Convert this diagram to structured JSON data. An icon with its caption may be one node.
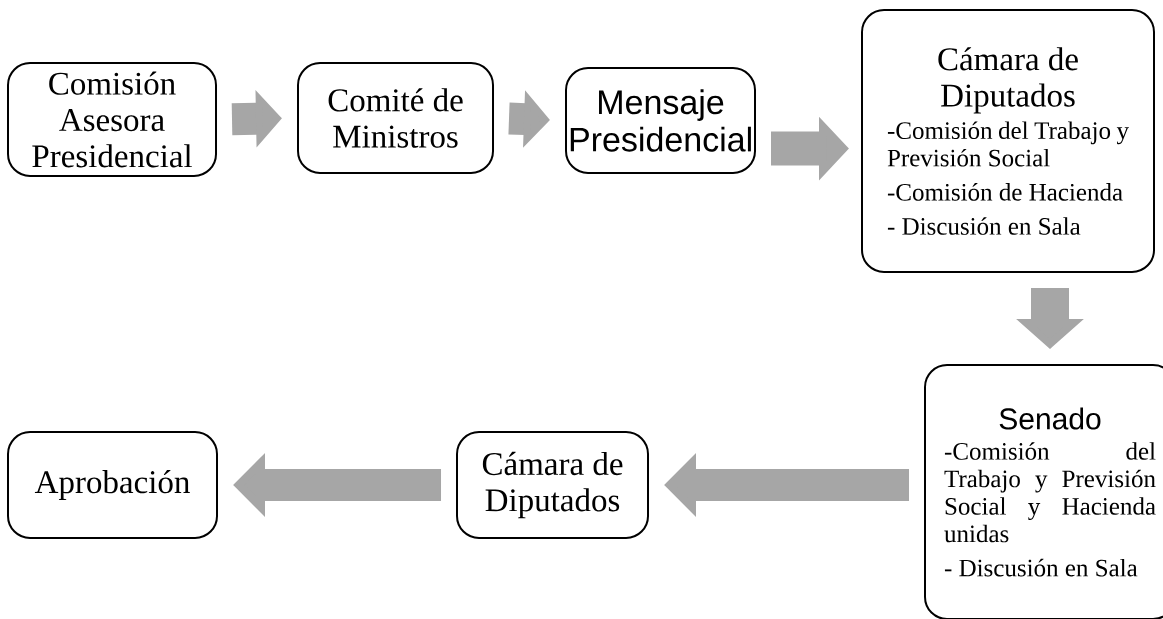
{
  "diagram": {
    "nodes": [
      {
        "text": [
          "Comisión Asesora Presidencial"
        ]
      },
      {
        "text": [
          "Comité de Ministros"
        ]
      },
      {
        "text": [
          "Mensaje Presidencial"
        ]
      },
      {
        "text": [
          "Cámara de Diputados",
          "-Comisión del Trabajo y Previsión Social",
          "-Comisión de Hacienda",
          "- Discusión en Sala"
        ]
      },
      {
        "text": [
          "Senado",
          "-Comisión del Trabajo y Previsión Social y Hacienda unidas",
          "- Discusión en Sala"
        ]
      },
      {
        "text": [
          "Cámara de Diputados"
        ]
      },
      {
        "text": [
          "Aprobación"
        ]
      }
    ],
    "edges": [
      {
        "from": 0,
        "to": 1,
        "arrow": "to"
      },
      {
        "from": 1,
        "to": 2,
        "arrow": "to"
      },
      {
        "from": 2,
        "to": 3,
        "arrow": "to"
      },
      {
        "from": 3,
        "to": 4,
        "arrow": "to"
      },
      {
        "from": 4,
        "to": 5,
        "arrow": "to"
      },
      {
        "from": 5,
        "to": 6,
        "arrow": "to"
      }
    ]
  }
}
